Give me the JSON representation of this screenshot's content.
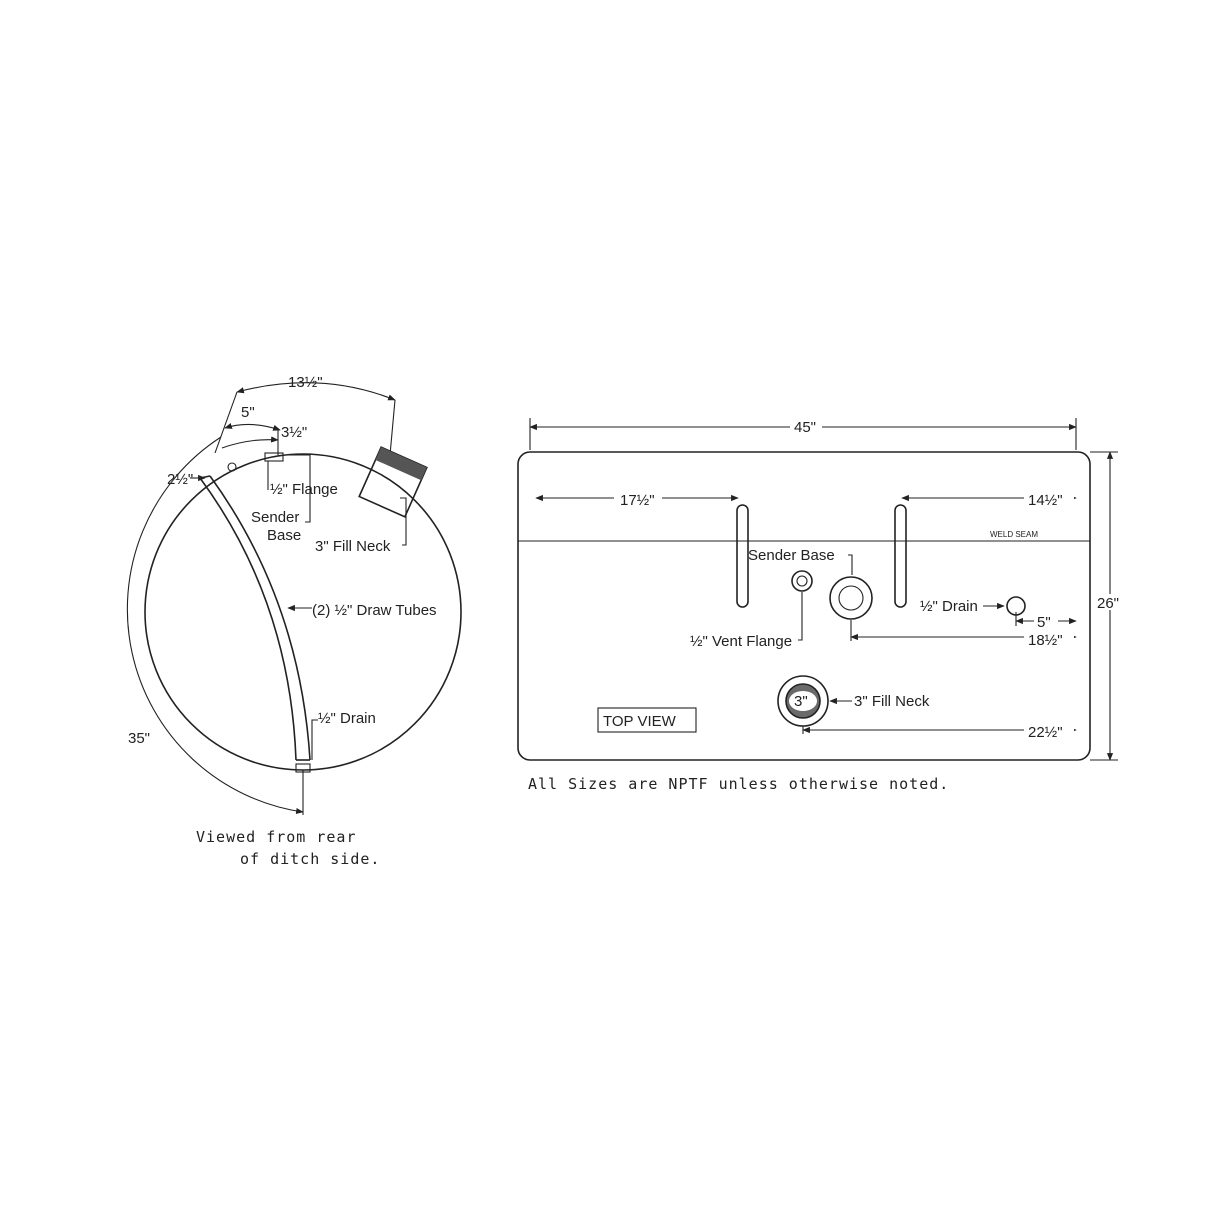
{
  "side_view": {
    "dim_overall_arc": "13½\"",
    "dim_5": "5\"",
    "dim_3half": "3½\"",
    "dim_2half": "2½\"",
    "dim_35": "35\"",
    "flange_label": "½\" Flange",
    "sender_base_line1": "Sender",
    "sender_base_line2": "Base",
    "fill_neck_label": "3\" Fill Neck",
    "draw_tubes_label": "(2) ½\" Draw Tubes",
    "drain_label": "½\" Drain",
    "caption_line1": "Viewed from rear",
    "caption_line2": "of ditch side."
  },
  "top_view": {
    "dim_width": "45\"",
    "dim_height": "26\"",
    "dim_17half": "17½\"",
    "dim_14half": "14½\"",
    "dim_5": "5\"",
    "dim_18half": "18½\"",
    "dim_22half": "22½\"",
    "weld_seam_label": "WELD SEAM",
    "sender_base_label": "Sender Base",
    "vent_flange_label": "½\" Vent Flange",
    "drain_label": "½\" Drain",
    "fill_neck_label": "3\" Fill Neck",
    "fill_neck_size": "3\"",
    "box_label": "TOP VIEW",
    "note": "All Sizes are NPTF unless otherwise noted."
  },
  "colors": {
    "ink": "#222222",
    "paper": "#ffffff"
  }
}
